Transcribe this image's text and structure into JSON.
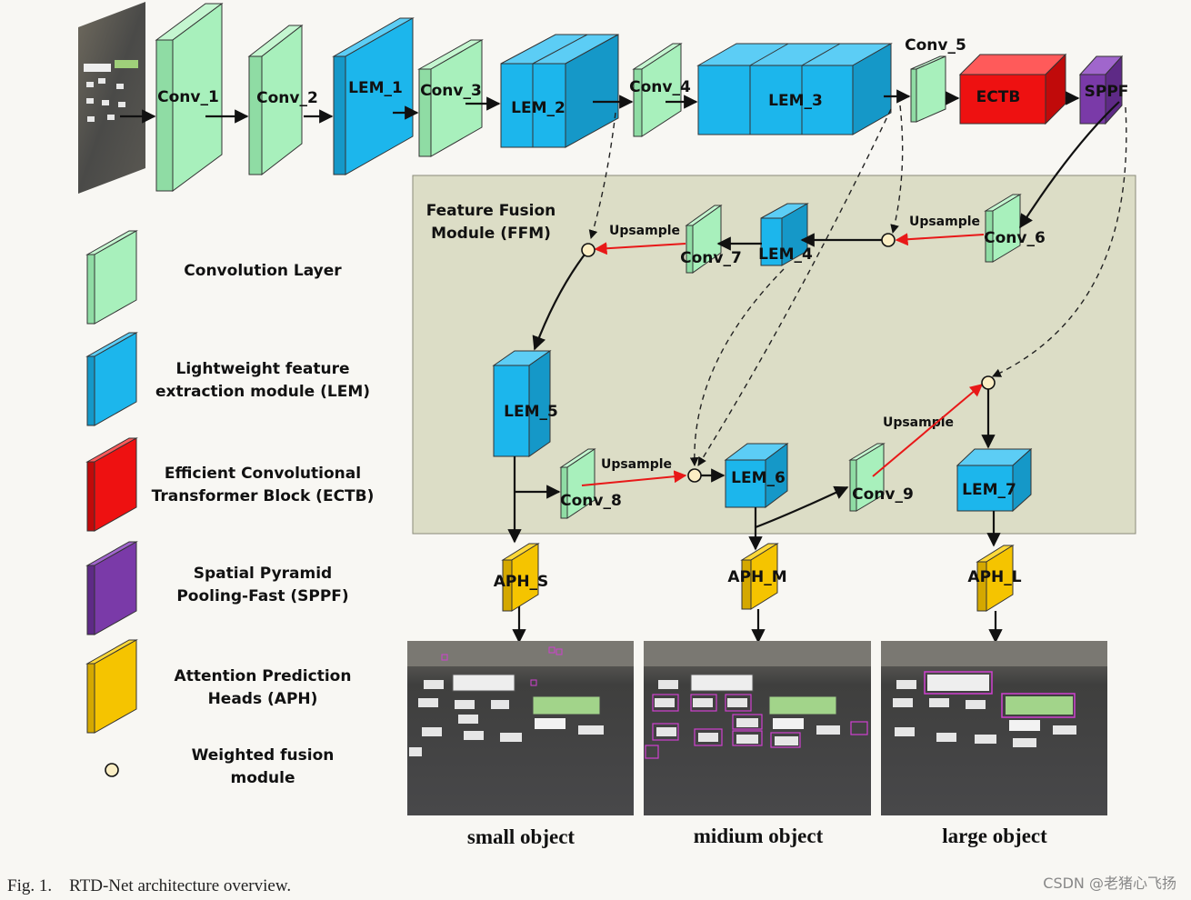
{
  "blocks": {
    "conv1": "Conv_1",
    "conv2": "Conv_2",
    "lem1": "LEM_1",
    "conv3": "Conv_3",
    "lem2": "LEM_2",
    "conv4": "Conv_4",
    "lem3": "LEM_3",
    "conv5": "Conv_5",
    "ectb": "ECTB",
    "sppf": "SPPF",
    "conv6": "Conv_6",
    "lem4": "LEM_4",
    "conv7": "Conv_7",
    "lem5": "LEM_5",
    "conv8": "Conv_8",
    "lem6": "LEM_6",
    "conv9": "Conv_9",
    "lem7": "LEM_7",
    "aph_s": "APH_S",
    "aph_m": "APH_M",
    "aph_l": "APH_L"
  },
  "ffm_title_1": "Feature Fusion",
  "ffm_title_2": "Module (FFM)",
  "upsample": "Upsample",
  "legend": {
    "conv_1": "Convolution Layer",
    "lem_1": "Lightweight feature",
    "lem_2": "extraction module (LEM)",
    "ectb_1": "Efficient Convolutional",
    "ectb_2": "Transformer Block (ECTB)",
    "sppf_1": "Spatial Pyramid",
    "sppf_2": "Pooling-Fast (SPPF)",
    "aph_1": "Attention Prediction",
    "aph_2": "Heads (APH)",
    "wf_1": "Weighted fusion",
    "wf_2": "module"
  },
  "outputs": {
    "small": "small object",
    "medium": "midium object",
    "large": "large object"
  },
  "figure_caption": "Fig. 1.    RTD-Net architecture overview.",
  "watermark": "CSDN @老猪心飞扬",
  "colors": {
    "conv": "#a8f0bc",
    "lem": "#1cb6ec",
    "ectb": "#ee1111",
    "sppf": "#7a3aa8",
    "aph": "#f5c400",
    "ffm_bg": "#dcddc6",
    "upsample_arrow": "#e81818"
  }
}
